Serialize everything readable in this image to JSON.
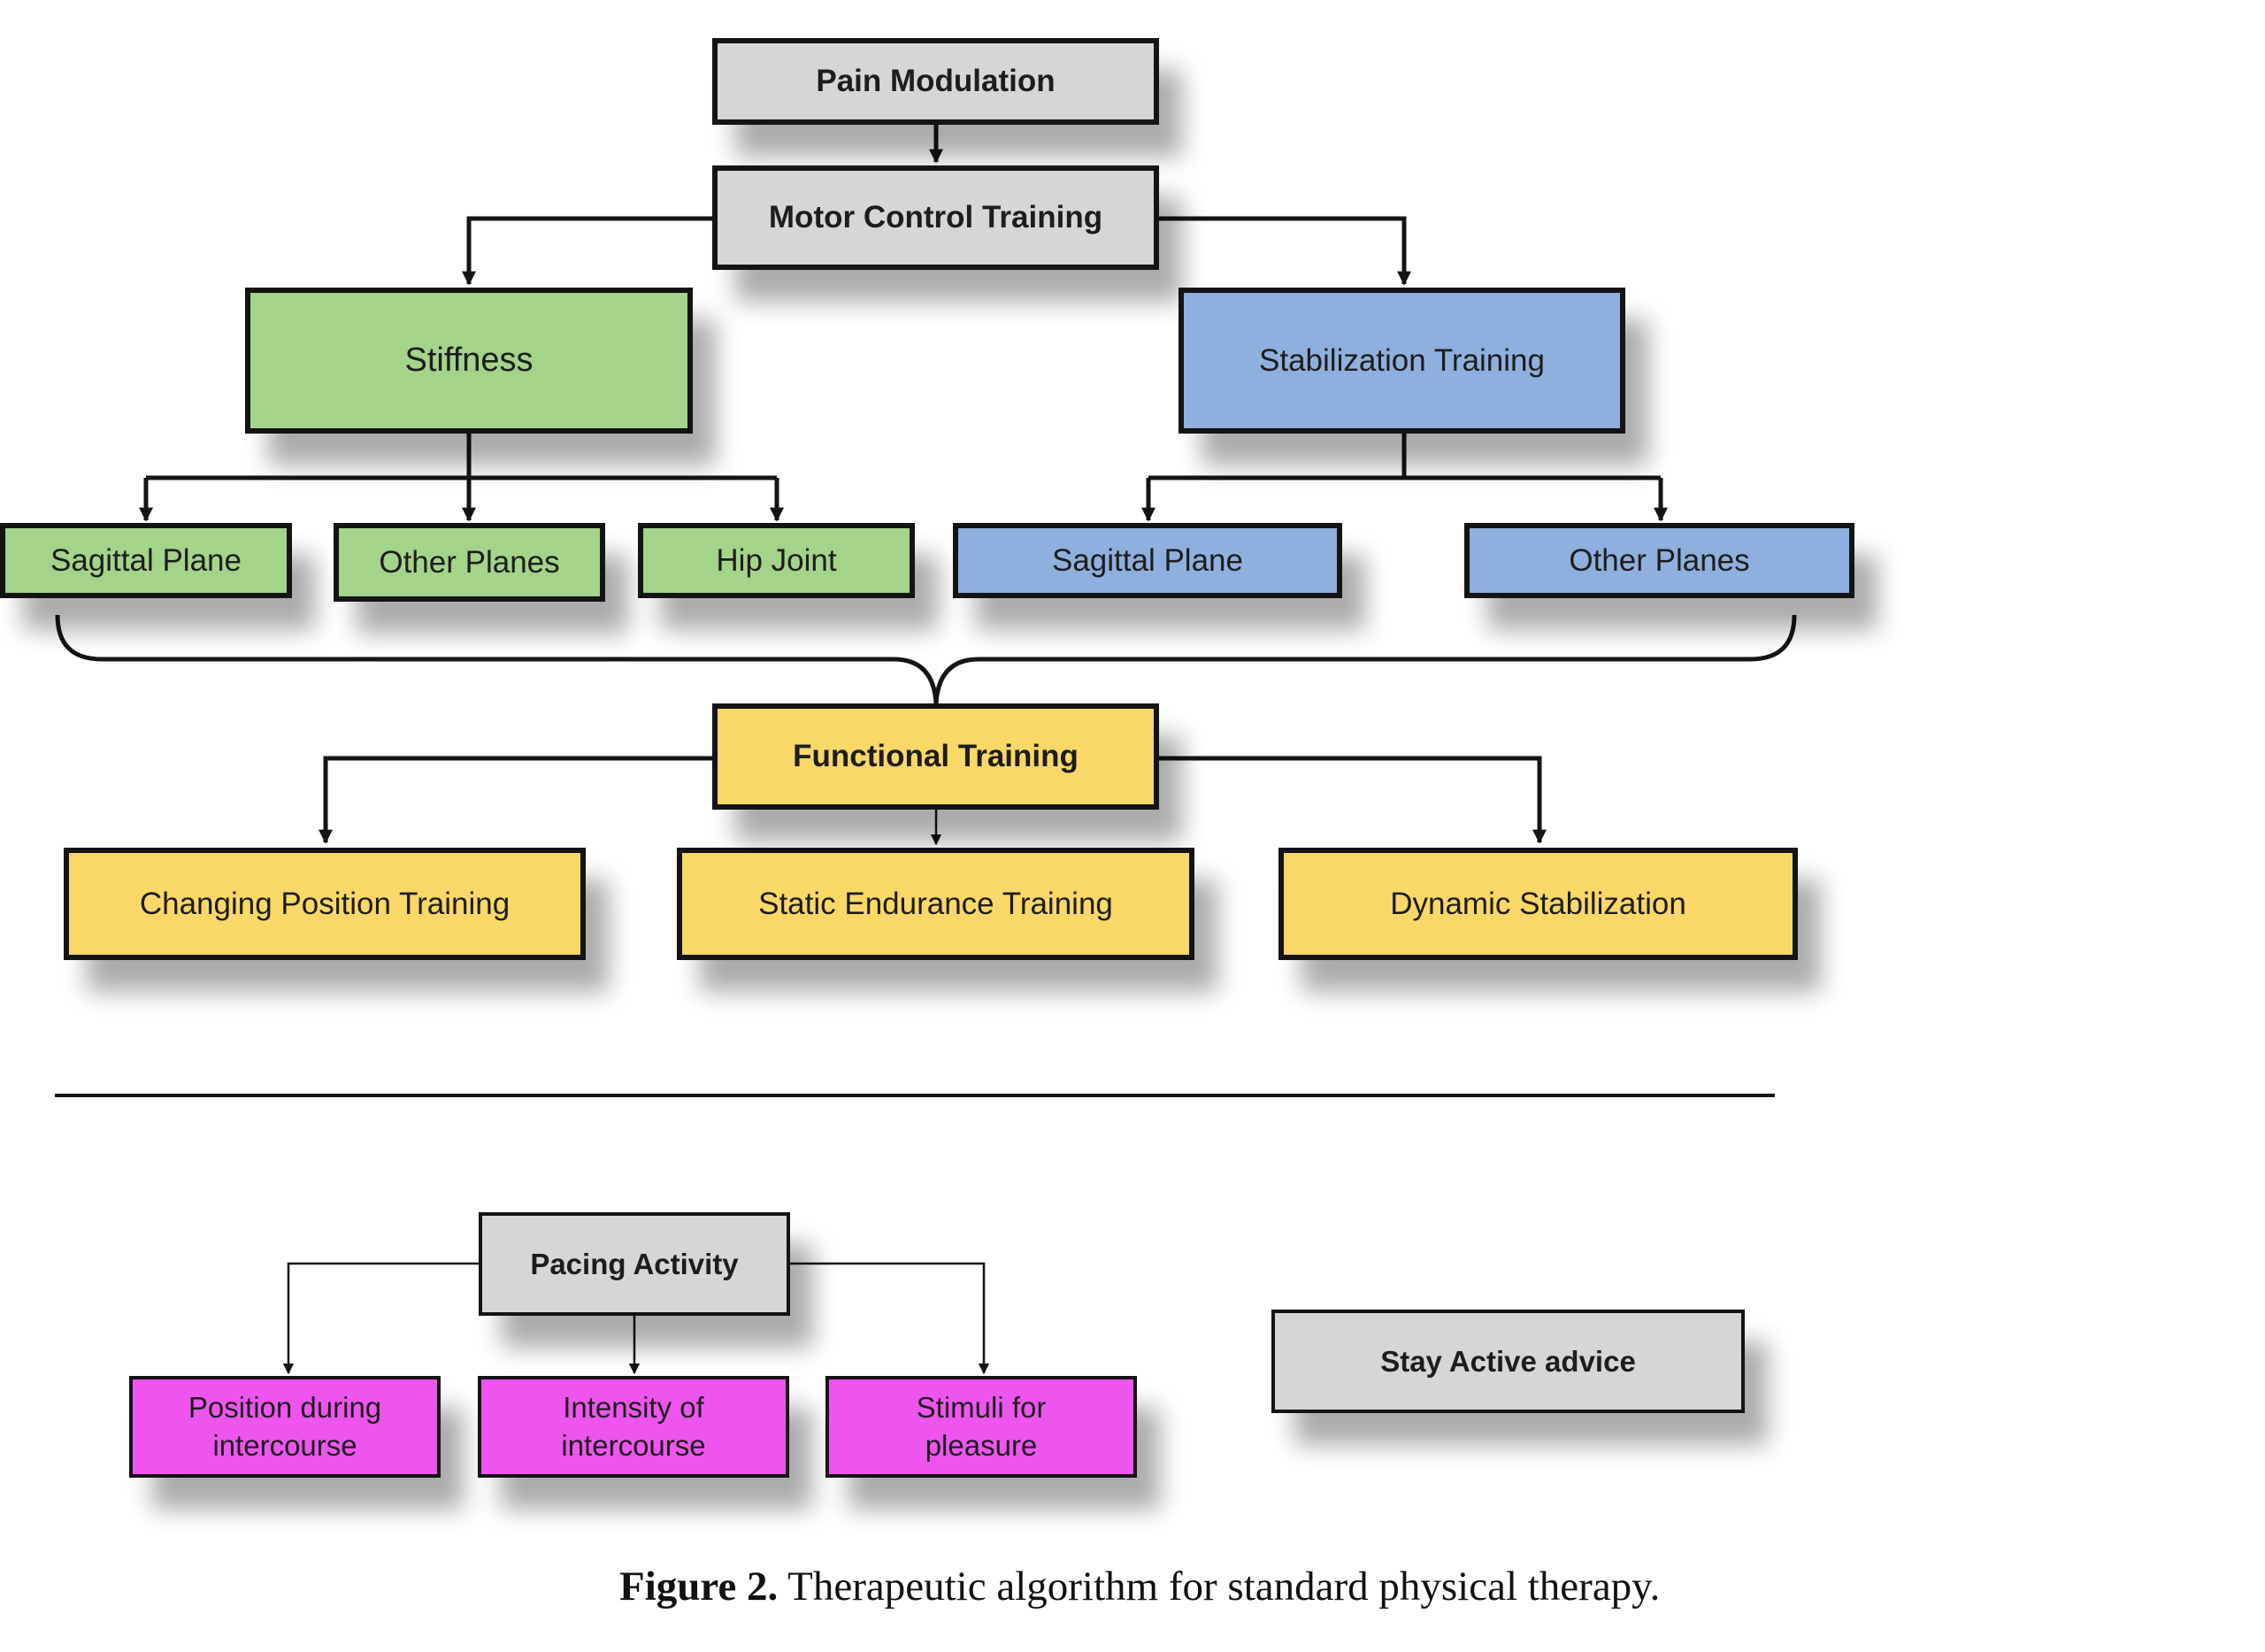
{
  "diagram": {
    "nodes": {
      "pain_modulation": "Pain Modulation",
      "motor_control_training": "Motor Control Training",
      "stiffness": "Stiffness",
      "stabilization_training": "Stabilization Training",
      "stiffness_sagittal_plane": "Sagittal Plane",
      "stiffness_other_planes": "Other Planes",
      "hip_joint": "Hip Joint",
      "stab_sagittal_plane": "Sagittal Plane",
      "stab_other_planes": "Other Planes",
      "functional_training": "Functional Training",
      "changing_position_training": "Changing Position Training",
      "static_endurance_training": "Static Endurance Training",
      "dynamic_stabilization": "Dynamic Stabilization",
      "pacing_activity": "Pacing Activity",
      "position_during_intercourse": "Position during intercourse",
      "intensity_of_intercourse": "Intensity of intercourse",
      "stimuli_for_pleasure": "Stimuli for pleasure",
      "stay_active_advice": "Stay Active advice"
    },
    "edges": [
      [
        "pain_modulation",
        "motor_control_training"
      ],
      [
        "motor_control_training",
        "stiffness"
      ],
      [
        "motor_control_training",
        "stabilization_training"
      ],
      [
        "stiffness",
        "stiffness_sagittal_plane"
      ],
      [
        "stiffness",
        "stiffness_other_planes"
      ],
      [
        "stiffness",
        "hip_joint"
      ],
      [
        "stabilization_training",
        "stab_sagittal_plane"
      ],
      [
        "stabilization_training",
        "stab_other_planes"
      ],
      [
        "stiffness_sagittal_plane..stab_other_planes",
        "functional_training"
      ],
      [
        "functional_training",
        "changing_position_training"
      ],
      [
        "functional_training",
        "static_endurance_training"
      ],
      [
        "functional_training",
        "dynamic_stabilization"
      ],
      [
        "pacing_activity",
        "position_during_intercourse"
      ],
      [
        "pacing_activity",
        "intensity_of_intercourse"
      ],
      [
        "pacing_activity",
        "stimuli_for_pleasure"
      ]
    ],
    "colors": {
      "gray": "#d6d6d6",
      "green": "#a4d38a",
      "blue": "#8fb0de",
      "yellow": "#fad868",
      "magenta": "#ee55ee"
    }
  },
  "caption": {
    "label": "Figure 2.",
    "text": " Therapeutic algorithm for standard physical therapy."
  }
}
